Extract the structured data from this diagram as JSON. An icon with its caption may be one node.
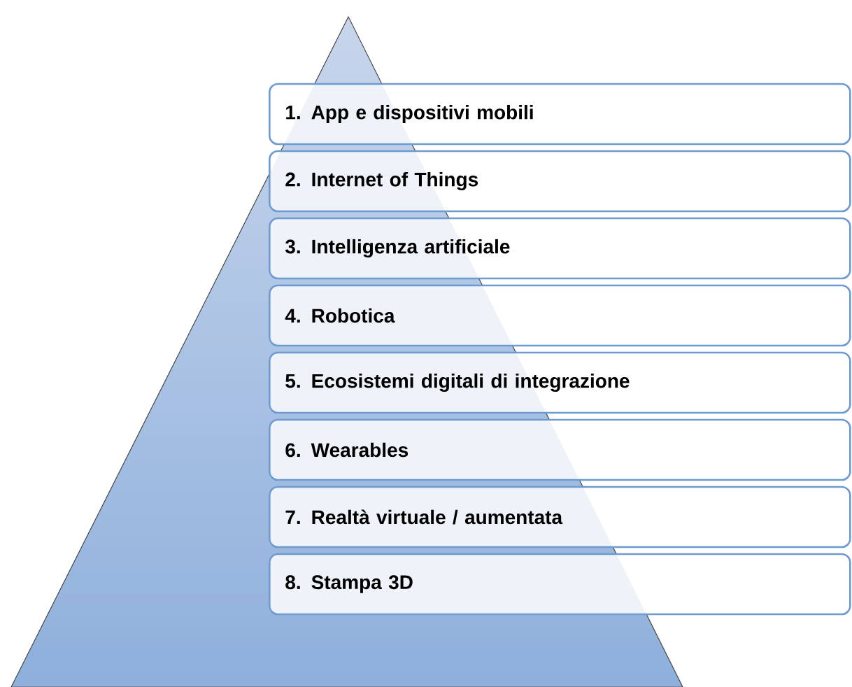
{
  "diagram": {
    "nodes": [
      {
        "text": [
          "1. App e dispositivi mobili"
        ]
      },
      {
        "text": [
          "2. Internet of Things"
        ]
      },
      {
        "text": [
          "3. Intelligenza artificiale"
        ]
      },
      {
        "text": [
          "4. Robotica"
        ]
      },
      {
        "text": [
          "5. Ecosistemi digitali di integrazione"
        ]
      },
      {
        "text": [
          "6. Wearables"
        ]
      },
      {
        "text": [
          "7. Realtà virtuale / aumentata"
        ]
      },
      {
        "text": [
          "8. Stampa 3D"
        ]
      }
    ]
  }
}
